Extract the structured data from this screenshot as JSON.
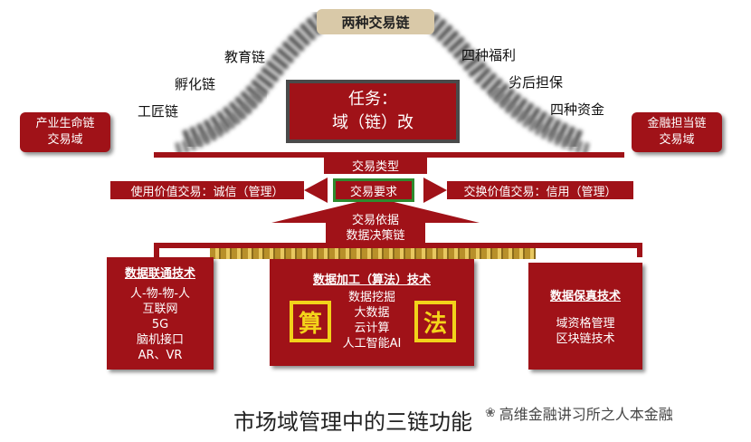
{
  "top_title": "两种交易链",
  "left_chains": [
    "教育链",
    "孵化链",
    "工匠链"
  ],
  "right_chains": [
    "四种福利",
    "劣后担保",
    "四种资金"
  ],
  "task_box": {
    "line1": "任务：",
    "line2": "域（链）改"
  },
  "left_domain": {
    "line1": "产业生命链",
    "line2": "交易域"
  },
  "right_domain": {
    "line1": "金融担当链",
    "line2": "交易域"
  },
  "trade_type": "交易类型",
  "use_value": "使用价值交易：诚信（管理）",
  "trade_requirement": "交易要求",
  "exchange_value": "交换价值交易：信用（管理）",
  "trade_basis": {
    "line1": "交易依据",
    "line2": "数据决策链"
  },
  "tech_left": {
    "title": "数据联通技术",
    "items": [
      "人-物-物-人",
      "互联网",
      "5G",
      "脑机接口",
      "AR、VR"
    ]
  },
  "tech_mid": {
    "title": "数据加工（算法）技术",
    "items": [
      "数据挖掘",
      "大数据",
      "云计算",
      "人工智能AI"
    ],
    "badge_left": "算",
    "badge_right": "法"
  },
  "tech_right": {
    "title": "数据保真技术",
    "items": [
      "域资格管理",
      "区块链技术"
    ]
  },
  "caption": "市场域管理中的三链功能",
  "watermark": "高维金融讲习所之人本金融",
  "colors": {
    "primary_red": "#a01218",
    "gold": "#f2d21a",
    "green_border": "#2e8b2e"
  }
}
